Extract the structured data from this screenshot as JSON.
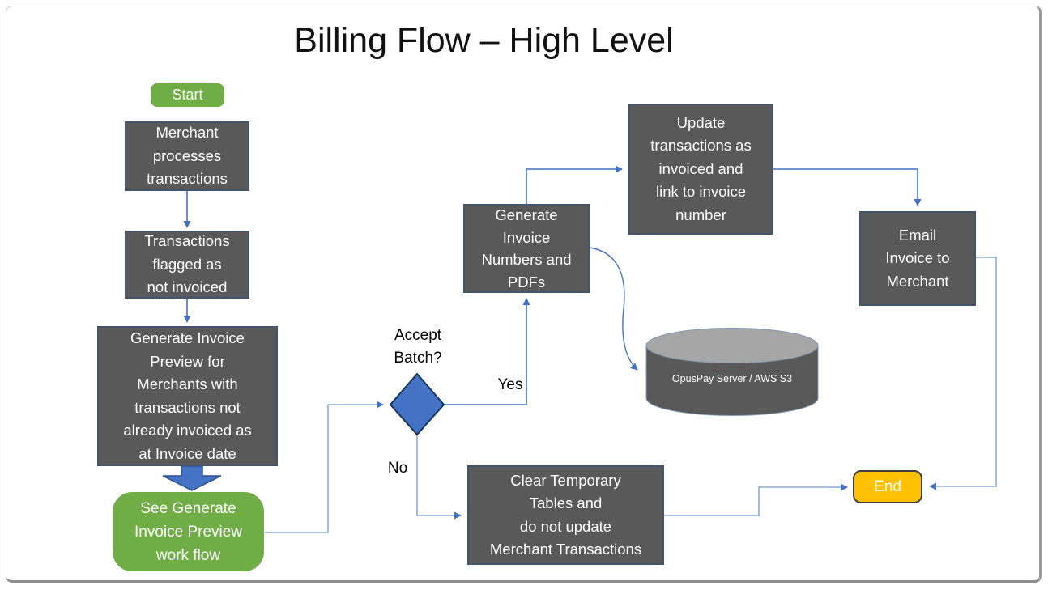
{
  "title": "Billing Flow – High Level",
  "colors": {
    "title_text": "#111111",
    "process_fill": "#595959",
    "process_border": "#44546A",
    "terminator_green": "#70AD47",
    "terminator_yellow": "#FFC000",
    "decision_fill": "#4472C4",
    "decision_border": "#17375E",
    "connector": "#4472C4",
    "connector_light": "#8FAADC",
    "cylinder_top": "#A6A6A6",
    "cylinder_body": "#595959",
    "text_on_dark": "#FFFFFF"
  },
  "nodes": {
    "start": {
      "label": "Start"
    },
    "merchant_processes": {
      "label": "Merchant\nprocesses\ntransactions"
    },
    "transactions_flagged": {
      "label": "Transactions\nflagged as\nnot invoiced"
    },
    "generate_preview": {
      "label": "Generate Invoice\nPreview for\nMerchants with\ntransactions not\nalready invoiced  as\nat Invoice date"
    },
    "see_workflow": {
      "label": "See Generate\nInvoice Preview\nwork flow"
    },
    "decision": {
      "label": "Accept\nBatch?"
    },
    "generate_numbers": {
      "label": "Generate\nInvoice\nNumbers and\nPDFs"
    },
    "update_transactions": {
      "label": "Update\ntransactions as\ninvoiced and\nlink to invoice\nnumber"
    },
    "email_invoice": {
      "label": "Email\nInvoice to\nMerchant"
    },
    "server": {
      "label": "OpusPay Server / AWS S3"
    },
    "clear_tables": {
      "label": "Clear Temporary\nTables and\ndo not update\nMerchant Transactions"
    },
    "end": {
      "label": "End"
    }
  },
  "edge_labels": {
    "yes": "Yes",
    "no": "No"
  }
}
